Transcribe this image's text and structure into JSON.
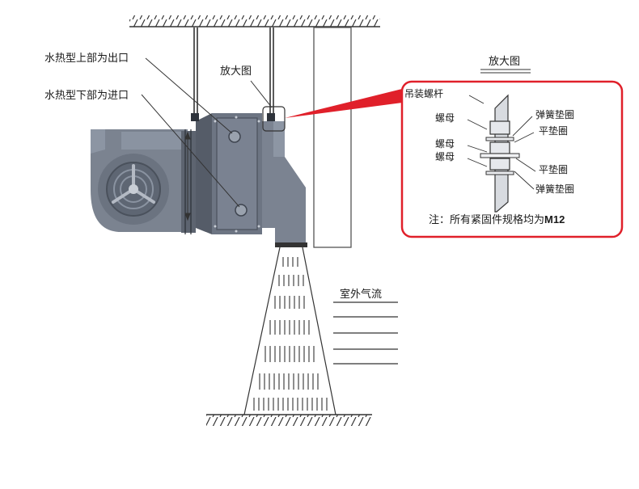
{
  "labels": {
    "upper_outlet": "水热型上部为出口",
    "lower_inlet": "水热型下部为进口",
    "enlarge_main": "放大图",
    "enlarge_detail_title": "放大图",
    "outdoor_airflow": "室外气流"
  },
  "detail": {
    "rod": "吊装螺杆",
    "nut_top": "螺母",
    "nut_mid1": "螺母",
    "nut_mid2": "螺母",
    "spring_washer_top": "弹簧垫圈",
    "flat_washer_top": "平垫圈",
    "flat_washer_bottom": "平垫圈",
    "spring_washer_bottom": "弹簧垫圈",
    "note_prefix": "注：所有紧固件规格均为",
    "note_spec": "M12"
  },
  "colors": {
    "unit_body": "#6f7785",
    "unit_dark": "#4e5562",
    "unit_light": "#8a93a1",
    "callout_red": "#e0202a",
    "line": "#333333"
  }
}
